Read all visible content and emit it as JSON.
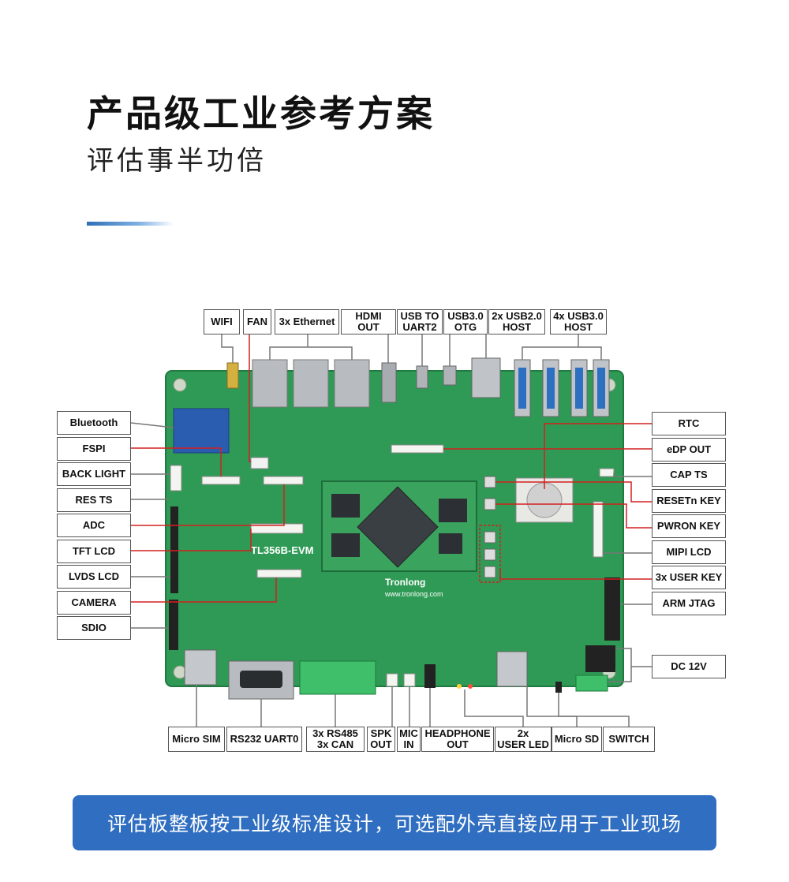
{
  "header": {
    "title": "产品级工业参考方案",
    "subtitle": "评估事半功倍"
  },
  "board": {
    "model_silk": "TL356B-EVM",
    "brand_silk": "Tronlong",
    "url_silk": "www.tronlong.com",
    "colors": {
      "pcb": "#2f9a55",
      "pcb_dark": "#1f7a40",
      "line_red": "#d42020",
      "line_gray": "#777777"
    }
  },
  "labels": {
    "top": [
      "WIFI",
      "FAN",
      "3x Ethernet",
      "HDMI OUT",
      "USB TO\nUART2",
      "USB3.0\nOTG",
      "2x USB2.0\nHOST",
      "4x USB3.0\nHOST"
    ],
    "left": [
      "Bluetooth",
      "FSPI",
      "BACK LIGHT",
      "RES TS",
      "ADC",
      "TFT LCD",
      "LVDS LCD",
      "CAMERA",
      "SDIO"
    ],
    "right": [
      "RTC",
      "eDP OUT",
      "CAP TS",
      "RESETn KEY",
      "PWRON KEY",
      "MIPI LCD",
      "3x USER KEY",
      "ARM JTAG",
      "DC 12V"
    ],
    "bottom": [
      "Micro SIM",
      "RS232 UART0",
      "3x RS485\n3x CAN",
      "SPK\nOUT",
      "MIC\nIN",
      "HEADPHONE\nOUT",
      "2x\nUSER LED",
      "Micro SD",
      "SWITCH"
    ]
  },
  "footer": {
    "banner": "评估板整板按工业级标准设计，可选配外壳直接应用于工业现场"
  }
}
